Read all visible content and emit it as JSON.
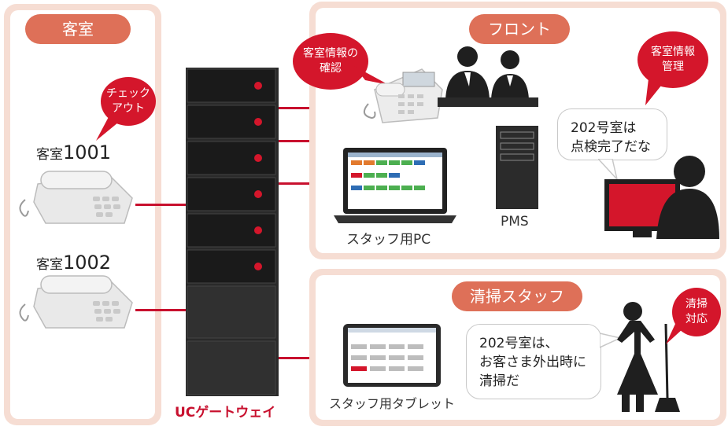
{
  "sections": {
    "guest_room": "客室",
    "front": "フロント",
    "cleaning_staff": "清掃スタッフ"
  },
  "badges": {
    "checkout": "チェック\nアウト",
    "confirm_room_info": "客室情報の\n確認",
    "room_info_management": "客室情報\n管理",
    "cleaning_response": "清掃\n対応"
  },
  "rooms": [
    {
      "prefix": "客室",
      "number": "1001"
    },
    {
      "prefix": "客室",
      "number": "1002"
    }
  ],
  "devices": {
    "gateway": "UCゲートウェイ",
    "staff_pc": "スタッフ用PC",
    "pms": "PMS",
    "staff_tablet": "スタッフ用タブレット"
  },
  "speech": {
    "front_staff": "202号室は\n点検完了だな",
    "cleaning_staff": "202号室は、\nお客さま外出時に\n清掃だ"
  },
  "colors": {
    "accent_red": "#c8102e",
    "panel_bg": "#f6ddd3",
    "pill_bg": "#de7058"
  }
}
